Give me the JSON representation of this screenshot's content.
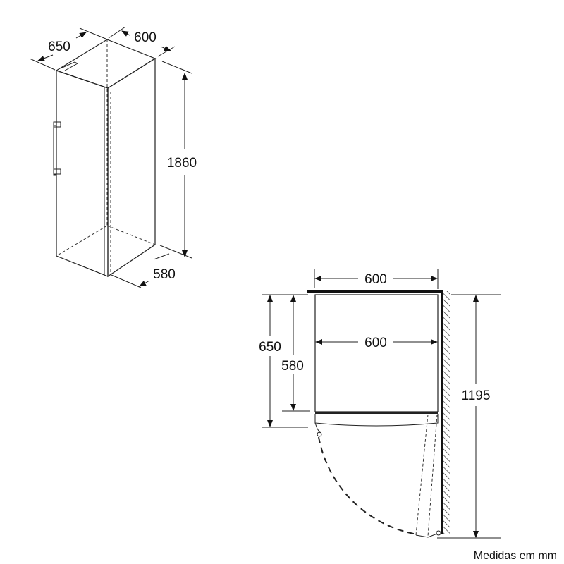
{
  "isometric_view": {
    "depth_label": "650",
    "width_label": "600",
    "height_label": "1860",
    "body_depth_label": "580"
  },
  "plan_view": {
    "overall_width_label": "600",
    "inner_width_label": "600",
    "overall_depth_label": "650",
    "body_depth_label": "580",
    "door_clearance_label": "1195"
  },
  "footer": {
    "units_note": "Medidas em mm"
  },
  "colors": {
    "line": "#222222",
    "background": "#ffffff"
  }
}
